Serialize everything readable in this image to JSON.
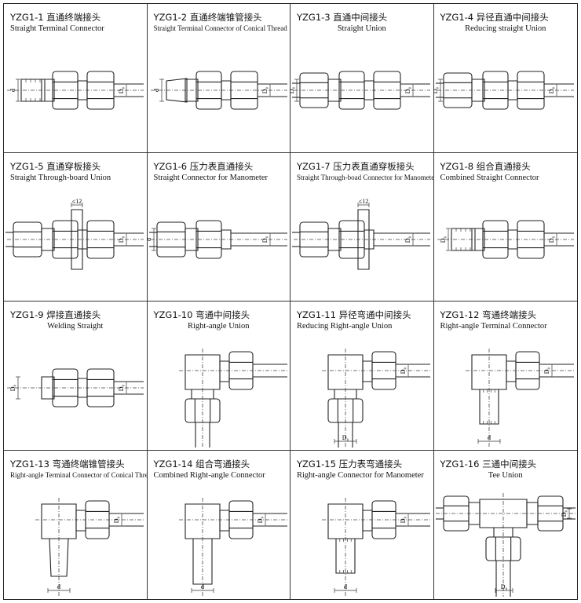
{
  "items": [
    {
      "code": "YZG1-1 直通终端接头",
      "en": "Straight Terminal Connector",
      "align": "l",
      "kind": "straight-terminal",
      "dims": [
        "d",
        "D₀"
      ]
    },
    {
      "code": "YZG1-2 直通终端锥管接头",
      "en": "Straight Terminal Connector of Conical Thread",
      "align": "l",
      "kind": "straight-conical",
      "dims": [
        "d",
        "D₀"
      ]
    },
    {
      "code": "YZG1-3 直通中间接头",
      "en": "Straight Union",
      "align": "c",
      "kind": "straight-union",
      "dims": [
        "D₀"
      ]
    },
    {
      "code": "YZG1-4 异径直通中间接头",
      "en": "Reducing straight Union",
      "align": "c",
      "kind": "reducing-union",
      "dims": [
        "D₀",
        "D₀"
      ]
    },
    {
      "code": "YZG1-5 直通穿板接头",
      "en": "Straight Through-board Union",
      "align": "l",
      "kind": "through-board",
      "dims": [
        "≤12",
        "D₀"
      ]
    },
    {
      "code": "YZG1-6 压力表直通接头",
      "en": "Straight Connector for Manometer",
      "align": "l",
      "kind": "manometer",
      "dims": [
        "d",
        "D₀"
      ]
    },
    {
      "code": "YZG1-7 压力表直通穿板接头",
      "en": "Straight Through-boad Connector for Manometer",
      "align": "l",
      "kind": "manometer-board",
      "dims": [
        "≤12",
        "D₀"
      ]
    },
    {
      "code": "YZG1-8 组合直通接头",
      "en": "Combined Straight Connector",
      "align": "l",
      "kind": "combined-straight",
      "dims": [
        "D₀",
        "D₀"
      ]
    },
    {
      "code": "YZG1-9 焊接直通接头",
      "en": "Welding Straight",
      "align": "c",
      "kind": "welding",
      "dims": [
        "D₀",
        "D₀"
      ]
    },
    {
      "code": "YZG1-10 弯通中间接头",
      "en": "Right-angle Union",
      "align": "c",
      "kind": "right-angle-union",
      "dims": []
    },
    {
      "code": "YZG1-11 异径弯通中间接头",
      "en": "Reducing Right-angle Union",
      "align": "l",
      "kind": "reducing-right-angle",
      "dims": [
        "D₀",
        "D₀"
      ]
    },
    {
      "code": "YZG1-12 弯通终端接头",
      "en": "Right-angle Terminal Connector",
      "align": "l",
      "kind": "right-angle-terminal",
      "dims": [
        "D₀",
        "d"
      ]
    },
    {
      "code": "YZG1-13 弯通终端锥管接头",
      "en": "Right-angle Terminal Connector of Conical Thread",
      "align": "l",
      "kind": "right-angle-conical",
      "dims": [
        "D₀",
        "d"
      ]
    },
    {
      "code": "YZG1-14 组合弯通接头",
      "en": "Combined Right-angle Connector",
      "align": "l",
      "kind": "combined-right-angle",
      "dims": [
        "D₀",
        "d"
      ]
    },
    {
      "code": "YZG1-15 压力表弯通接头",
      "en": "Right-angle Connector for Manometer",
      "align": "l",
      "kind": "right-angle-manometer",
      "dims": [
        "D₀",
        "d"
      ]
    },
    {
      "code": "YZG1-16 三通中间接头",
      "en": "Tee Union",
      "align": "c",
      "kind": "tee",
      "dims": [
        "D₀",
        "D₀"
      ]
    }
  ]
}
